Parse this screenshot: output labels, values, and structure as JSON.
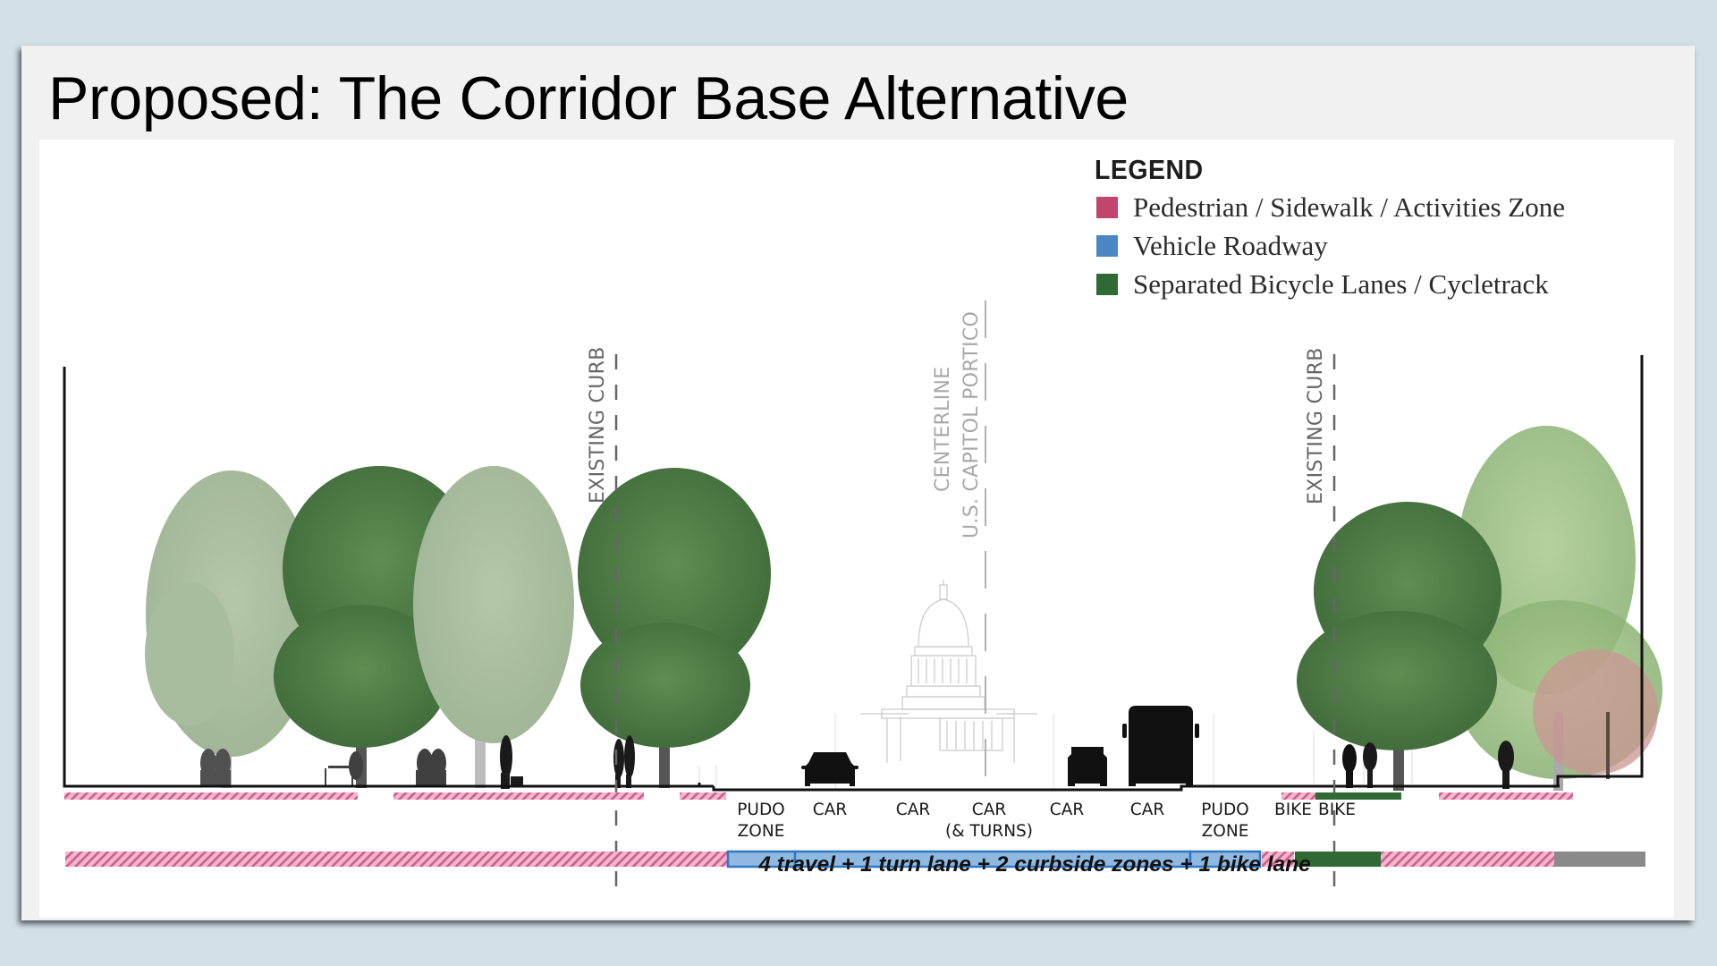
{
  "slide": {
    "title": "Proposed: The Corridor Base Alternative",
    "background_color": "#d3e0e5"
  },
  "legend": {
    "title": "LEGEND",
    "items": [
      {
        "label": "Pedestrian / Sidewalk / Activities Zone",
        "color": "#c0466e"
      },
      {
        "label": "Vehicle Roadway",
        "color": "#4a86c2"
      },
      {
        "label": "Separated Bicycle Lanes / Cycletrack",
        "color": "#2f6a35"
      }
    ]
  },
  "reference_lines": {
    "left_curb": "EXISTING CURB",
    "centerline_line1": "CENTERLINE",
    "centerline_line2": "U.S. CAPITOL PORTICO",
    "right_curb": "EXISTING CURB"
  },
  "lanes": [
    {
      "label": "PUDO\nZONE",
      "type": "vehicle"
    },
    {
      "label": "CAR",
      "type": "vehicle"
    },
    {
      "label": "CAR",
      "type": "vehicle"
    },
    {
      "label": "CAR\n(& TURNS)",
      "type": "vehicle"
    },
    {
      "label": "CAR",
      "type": "vehicle"
    },
    {
      "label": "CAR",
      "type": "vehicle"
    },
    {
      "label": "PUDO\nZONE",
      "type": "vehicle"
    },
    {
      "label": "BIKE",
      "type": "bike"
    },
    {
      "label": "BIKE",
      "type": "bike"
    }
  ],
  "cross_section_bar": [
    {
      "zone": "pedestrian",
      "color": "#c0466e"
    },
    {
      "zone": "pudo",
      "color": "#4a86c2"
    },
    {
      "zone": "travel + turn lanes",
      "color": "#4a86c2"
    },
    {
      "zone": "pudo",
      "color": "#4a86c2"
    },
    {
      "zone": "pedestrian",
      "color": "#c0466e"
    },
    {
      "zone": "bike",
      "color": "#2f6a35"
    },
    {
      "zone": "pedestrian",
      "color": "#c0466e"
    },
    {
      "zone": "building setback",
      "color": "#8a8a8a"
    }
  ],
  "caption": "4 travel + 1 turn lane + 2 curbside zones + 1 bike lane",
  "illustration": {
    "elements": [
      "trees",
      "seated people",
      "pedestrians",
      "car",
      "suv",
      "bus",
      "cyclist",
      "U.S. Capitol dome outline"
    ]
  }
}
